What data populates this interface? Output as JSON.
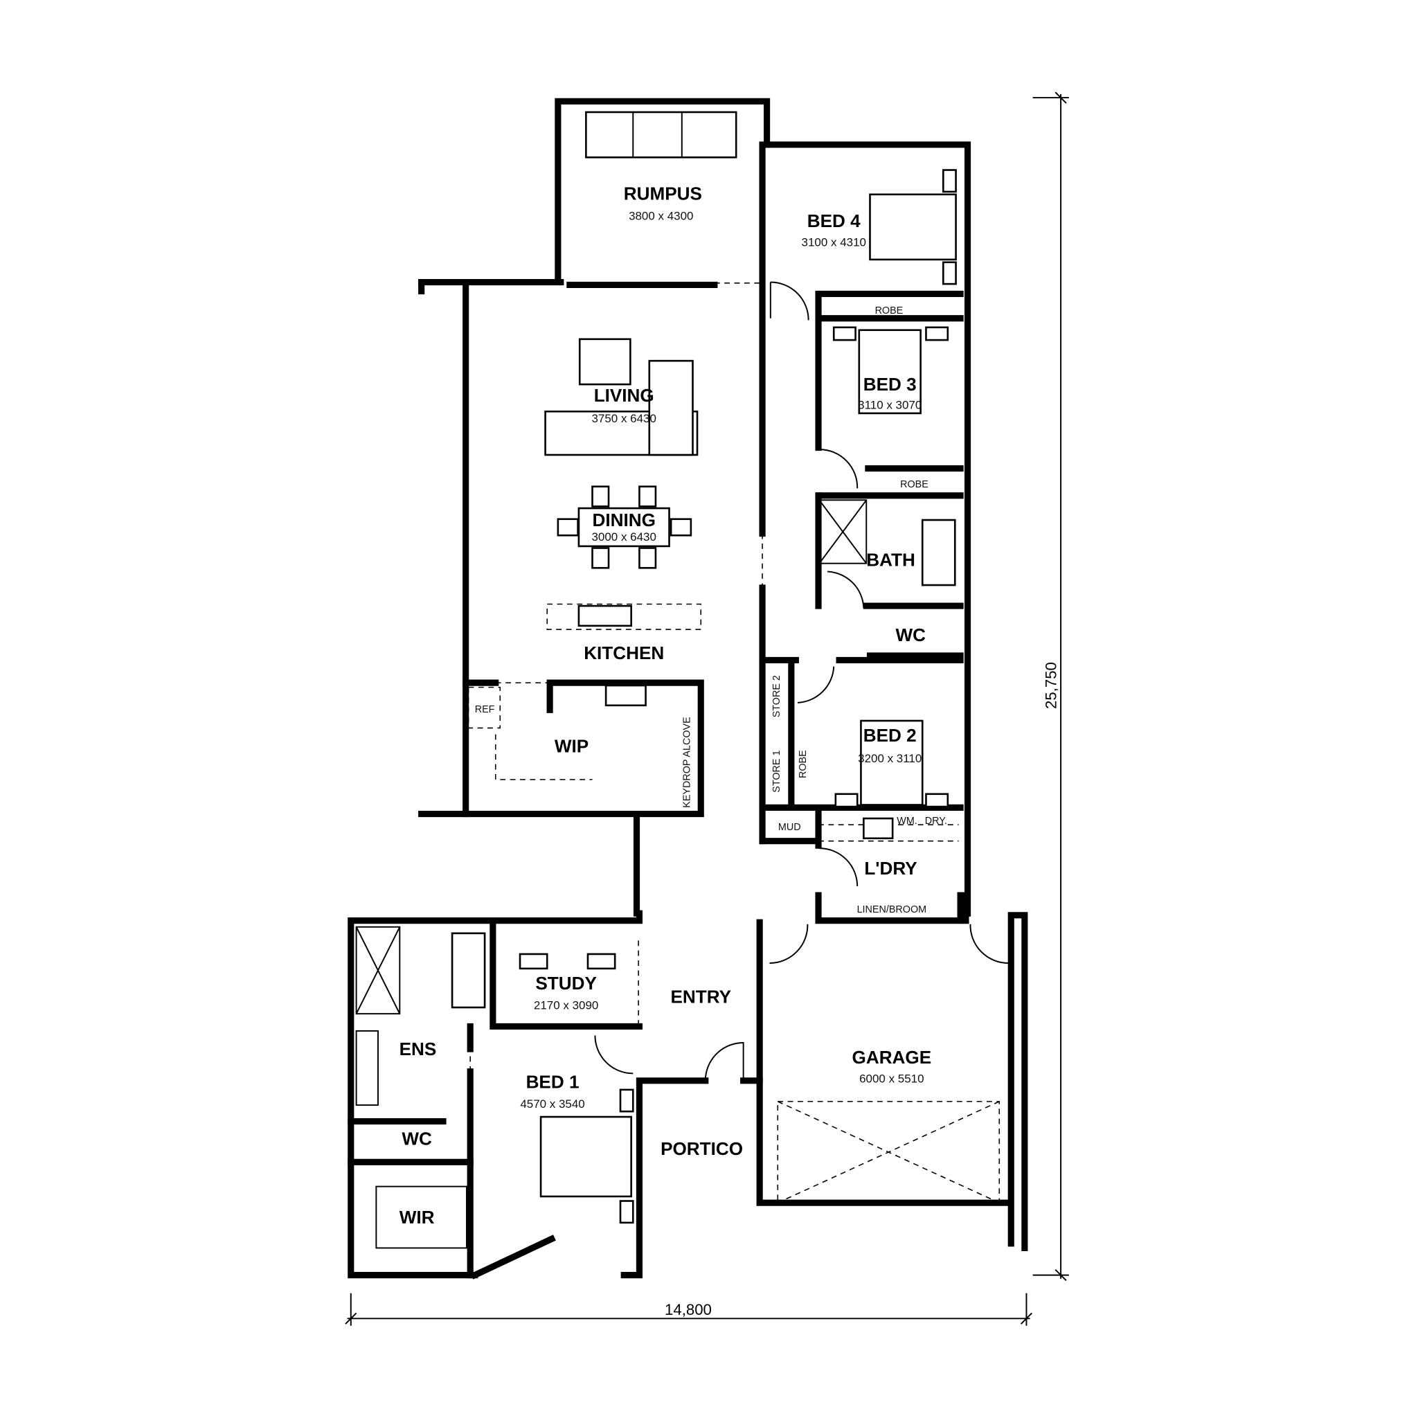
{
  "rooms": {
    "rumpus": {
      "name": "RUMPUS",
      "size": "3800 x 4300"
    },
    "bed4": {
      "name": "BED 4",
      "size": "3100 x 4310"
    },
    "bed3": {
      "name": "BED 3",
      "size": "3110 x 3070"
    },
    "living": {
      "name": "LIVING",
      "size": "3750 x 6430"
    },
    "dining": {
      "name": "DINING",
      "size": "3000 x 6430"
    },
    "kitchen": {
      "name": "KITCHEN"
    },
    "wip": {
      "name": "WIP"
    },
    "bath": {
      "name": "BATH"
    },
    "wc_upper": {
      "name": "WC"
    },
    "bed2": {
      "name": "BED 2",
      "size": "3200 x 3110"
    },
    "laundry": {
      "name": "L'DRY"
    },
    "study": {
      "name": "STUDY",
      "size": "2170 x 3090"
    },
    "entry": {
      "name": "ENTRY"
    },
    "ens": {
      "name": "ENS"
    },
    "wc_lower": {
      "name": "WC"
    },
    "wir": {
      "name": "WIR"
    },
    "bed1": {
      "name": "BED 1",
      "size": "4570 x 3540"
    },
    "portico": {
      "name": "PORTICO"
    },
    "garage": {
      "name": "GARAGE",
      "size": "6000 x 5510"
    }
  },
  "small_labels": {
    "robe_bed4": "ROBE",
    "robe_bed3": "ROBE",
    "robe_bed2": "ROBE",
    "store1": "STORE 1",
    "store2": "STORE 2",
    "mud": "MUD",
    "wm": "WM.",
    "dry": "DRY.",
    "linen": "LINEN/BROOM",
    "ref": "REF",
    "keydrop": "KEYDROP ALCOVE"
  },
  "dimensions": {
    "overall_depth": "25,750",
    "overall_width": "14,800"
  }
}
